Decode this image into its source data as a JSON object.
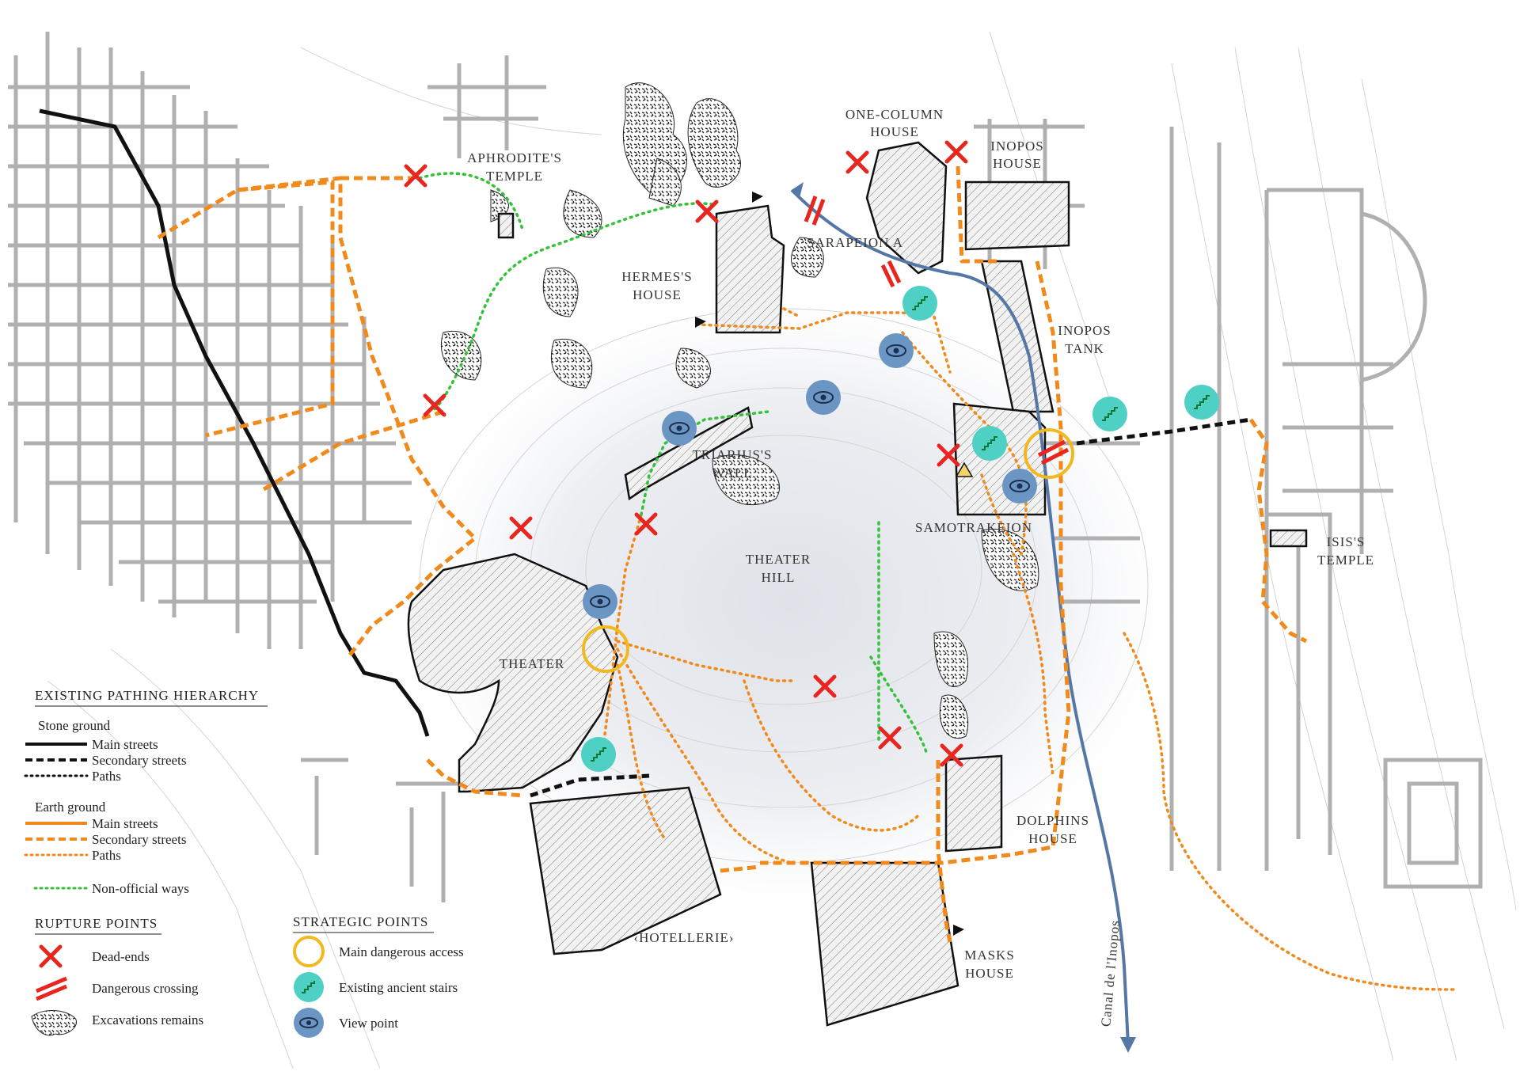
{
  "labels": {
    "one_column_house": [
      "ONE-COLUMN",
      "HOUSE"
    ],
    "inopos_house": [
      "INOPOS",
      "HOUSE"
    ],
    "aphrodite_temple": [
      "APHRODITE'S",
      "TEMPLE"
    ],
    "sarapeion": "SARAPEION A",
    "hermes_house": [
      "HERMES'S",
      "HOUSE"
    ],
    "inopos_tank": [
      "INOPOS",
      "TANK"
    ],
    "triarius_wall": [
      "TRIARIUS'S",
      "WALL"
    ],
    "samotrakeion": "SAMOTRAKEION",
    "theater_hill": [
      "THEATER",
      "HILL"
    ],
    "isis_temple": [
      "ISIS'S",
      "TEMPLE"
    ],
    "theater": "THEATER",
    "dolphins_house": [
      "DOLPHINS",
      "HOUSE"
    ],
    "hotellerie": "‹HOTELLERIE›",
    "masks_house": [
      "MASKS",
      "HOUSE"
    ],
    "canal": "Canal de l'Inopos"
  },
  "legend": {
    "title": "EXISTING PATHING HIERARCHY",
    "stone_ground": {
      "heading": "Stone ground",
      "items": [
        "Main streets",
        "Secondary streets",
        "Paths"
      ]
    },
    "earth_ground": {
      "heading": "Earth ground",
      "items": [
        "Main streets",
        "Secondary streets",
        "Paths"
      ]
    },
    "non_official": "Non-official ways",
    "rupture": {
      "title": "RUPTURE POINTS",
      "items": [
        "Dead-ends",
        "Dangerous crossing",
        "Excavations remains"
      ]
    },
    "strategic": {
      "title": "STRATEGIC POINTS",
      "items": [
        "Main dangerous access",
        "Existing ancient stairs",
        "View point"
      ]
    }
  },
  "colors": {
    "stone": "#111111",
    "earth": "#f08a1c",
    "nonofficial": "#35c23a",
    "deadend": "#e8251f",
    "access": "#f2b81f",
    "stairs": "#4fd0c4",
    "view": "#6b95c2",
    "canal": "#5577a6",
    "ruins": "#b8b8b8"
  },
  "icons": {
    "deadend": "cross-icon",
    "crossing": "double-slash-icon",
    "excavation": "speckle-icon",
    "access": "ring-icon",
    "stairs": "stairs-icon",
    "view": "eye-icon"
  }
}
